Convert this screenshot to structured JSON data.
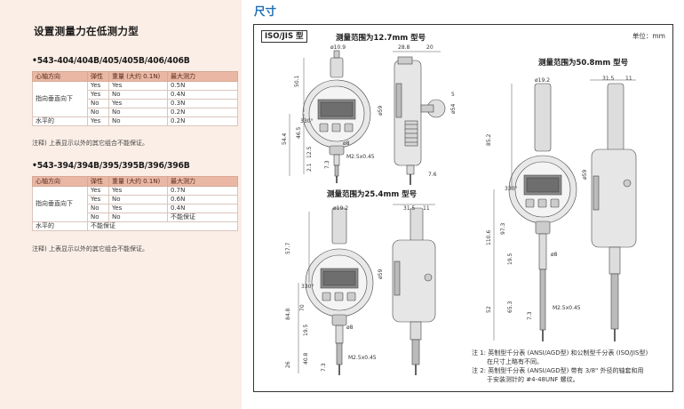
{
  "left": {
    "title": "设置测量力在低测力型",
    "tables": [
      {
        "model": "•543-404/404B/405/405B/406/406B",
        "headers": [
          "心轴方向",
          "弹性",
          "重量 (大约 0.1N)",
          "最大测力"
        ],
        "group_label": "指向垂直向下",
        "rows": [
          [
            "Yes",
            "Yes",
            "0.5N"
          ],
          [
            "Yes",
            "No",
            "0.4N"
          ],
          [
            "No",
            "Yes",
            "0.3N"
          ],
          [
            "No",
            "No",
            "0.2N"
          ]
        ],
        "last_row": [
          "水平的",
          "Yes",
          "No",
          "0.2N"
        ],
        "note": "注释) 上表显示以外的其它组合不能保证。"
      },
      {
        "model": "•543-394/394B/395/395B/396/396B",
        "headers": [
          "心轴方向",
          "弹性",
          "重量 (大约 0.1N)",
          "最大测力"
        ],
        "group_label": "指向垂直向下",
        "rows": [
          [
            "Yes",
            "Yes",
            "0.7N"
          ],
          [
            "Yes",
            "No",
            "0.6N"
          ],
          [
            "No",
            "Yes",
            "0.4N"
          ],
          [
            "No",
            "No",
            "不能保证"
          ]
        ],
        "last_row": [
          "水平的",
          "不能保证",
          "",
          ""
        ],
        "note": "注释) 上表显示以外的其它组合不能保证。"
      }
    ]
  },
  "right": {
    "heading": "尺寸",
    "iso_label": "ISO/JIS 型",
    "unit_label": "单位：mm",
    "drawings": {
      "d127": {
        "title": "测量范围为12.7mm 型号",
        "dims": [
          "ø10.9",
          "28.8",
          "20",
          "50.1",
          "ø59",
          "5",
          "ø54",
          "330°",
          "ø8",
          "54.4",
          "46.5",
          "12.5",
          "2.1",
          "7.3",
          "M2.5x0.45",
          "7.6"
        ]
      },
      "d254": {
        "title": "测量范围为25.4mm 型号",
        "dims": [
          "ø19.2",
          "31.5",
          "11",
          "57.7",
          "ø59",
          "330°",
          "ø8",
          "84.8",
          "70",
          "19.5",
          "40.8",
          "26",
          "7.3",
          "M2.5x0.45"
        ]
      },
      "d508": {
        "title": "测量范围为50.8mm 型号",
        "dims": [
          "ø19.2",
          "31.5",
          "11",
          "85.2",
          "ø59",
          "330°",
          "ø8",
          "110.6",
          "97.3",
          "19.5",
          "52",
          "65.3",
          "7.3",
          "M2.5x0.45"
        ]
      }
    },
    "footnotes": [
      "注 1: 英制型千分表 (ANSI/AGD型) 和公制型千分表 (ISO/JIS型)",
      "在尺寸上略有不同。",
      "注 2: 英制型千分表 (ANSI/AGD型) 带有 3/8\" 外径的轴套和用",
      "于安装测针的 #4-48UNF 螺纹。"
    ]
  }
}
